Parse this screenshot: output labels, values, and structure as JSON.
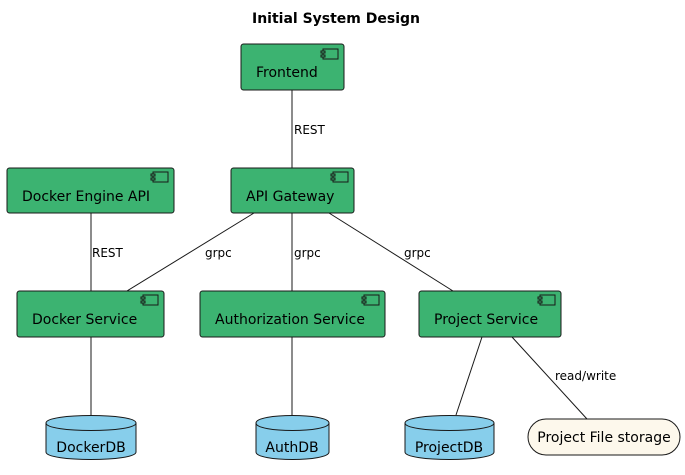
{
  "title": "Initial System Design",
  "colors": {
    "component": "#3cb371",
    "database": "#87ceeb",
    "storage": "#fdf8ec",
    "stroke": "#181818"
  },
  "components": {
    "frontend": "Frontend",
    "docker_engine_api": "Docker Engine API",
    "api_gateway": "API Gateway",
    "docker_service": "Docker Service",
    "authorization_service": "Authorization Service",
    "project_service": "Project Service"
  },
  "databases": {
    "docker_db": "DockerDB",
    "auth_db": "AuthDB",
    "project_db": "ProjectDB"
  },
  "storage": {
    "project_file_storage": "Project File storage"
  },
  "edges": {
    "frontend_gateway": "REST",
    "engine_docker": "REST",
    "gateway_docker": "grpc",
    "gateway_auth": "grpc",
    "gateway_project": "grpc",
    "project_storage": "read/write"
  }
}
